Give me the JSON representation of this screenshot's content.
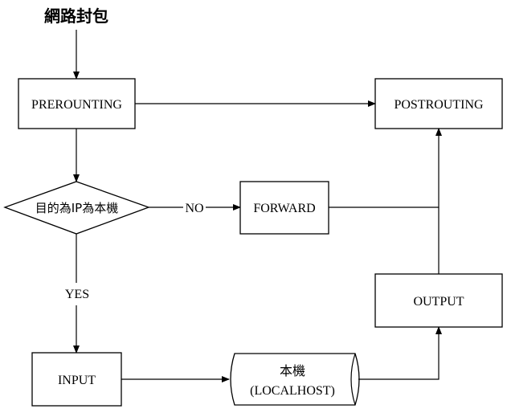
{
  "title": "網路封包",
  "nodes": {
    "prerouting": "PREROUNTING",
    "postrouting": "POSTROUTING",
    "decision": "目的為IP為本機",
    "forward": "FORWARD",
    "output": "OUTPUT",
    "input": "INPUT",
    "localhost_line1": "本機",
    "localhost_line2": "(LOCALHOST)"
  },
  "edge_labels": {
    "no": "NO",
    "yes": "YES"
  },
  "colors": {
    "stroke": "#000000",
    "fill": "#ffffff"
  }
}
